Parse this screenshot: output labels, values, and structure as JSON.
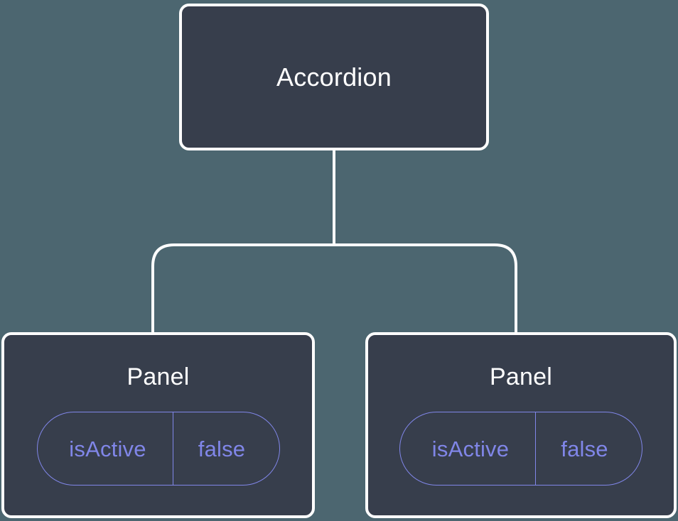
{
  "diagram": {
    "type": "component-tree",
    "background_color": "#4c6670",
    "node_fill_color": "#373e4c",
    "node_border_color": "#ffffff",
    "node_text_color": "#ffffff",
    "chip_accent_color": "#8086e8",
    "connector_color": "#ffffff",
    "root": {
      "label": "Accordion"
    },
    "children": [
      {
        "label": "Panel",
        "state": {
          "key": "isActive",
          "value": "false"
        }
      },
      {
        "label": "Panel",
        "state": {
          "key": "isActive",
          "value": "false"
        }
      }
    ]
  }
}
